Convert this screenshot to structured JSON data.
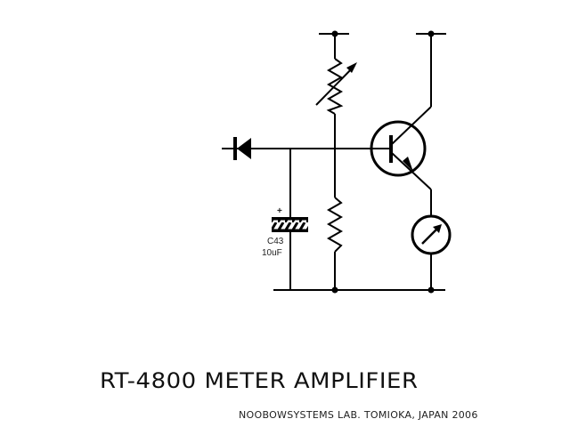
{
  "diagram": {
    "type": "circuit-schematic",
    "title": "RT-4800 METER AMPLIFIER",
    "credit": "NOOBOWSYSTEMS LAB. TOMIOKA, JAPAN 2006",
    "components": {
      "capacitor": {
        "polarity_mark": "+",
        "designator": "C43",
        "value": "10uF"
      },
      "diode": {
        "kind": "diode"
      },
      "variable_resistor": {
        "kind": "variable-resistor"
      },
      "resistor": {
        "kind": "resistor"
      },
      "transistor": {
        "kind": "NPN transistor"
      },
      "meter": {
        "kind": "meter"
      }
    },
    "colors": {
      "ink": "#000000",
      "background": "#ffffff"
    }
  }
}
